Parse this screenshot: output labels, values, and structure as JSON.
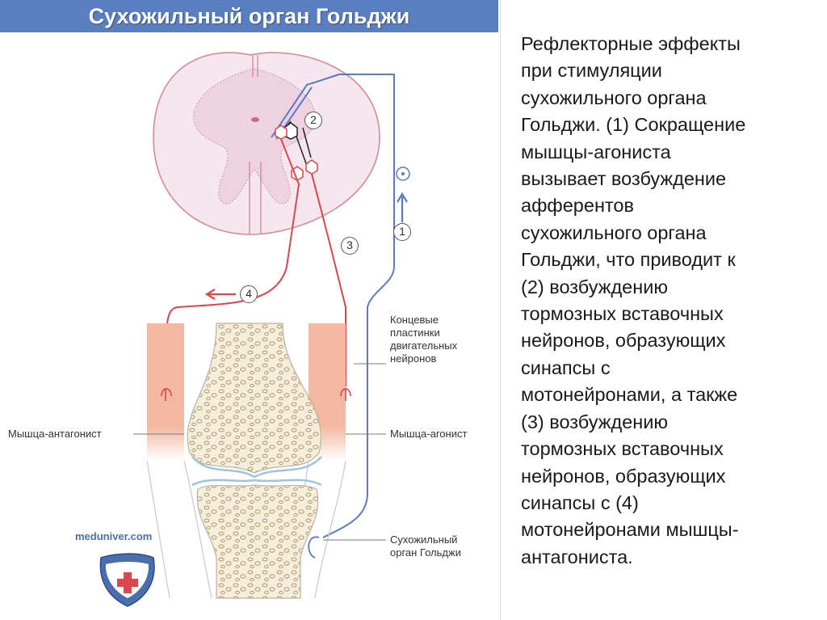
{
  "figure": {
    "title": "Сухожильный орган Гольджи",
    "labels": {
      "end_plates": "Концевые\nпластинки\nдвигательных\nнейронов",
      "antagonist": "Мышца-антагонист",
      "agonist": "Мышца-агонист",
      "tendon_organ": "Сухожильный\nорган Гольджи"
    },
    "markers": [
      "1",
      "2",
      "3",
      "4"
    ],
    "site": "meduniver.com",
    "colors": {
      "title_bar": "#5a7fc0",
      "afferent": "#5b79c4",
      "motor": "#d9484c",
      "cord": "#f6e7ee",
      "muscle": "#f2b8a2",
      "bone": "#f5eedd"
    },
    "icons": {
      "site_logo": "shield-cross-icon",
      "signal_arrow": "arrow-icon"
    }
  },
  "caption": {
    "text": "Рефлекторные эффекты\nпри стимуляции\nсухожильного органа\nГольджи. (1) Сокращение\nмышцы-агониста\nвызывает возбуждение\nафферентов\nсухожильного органа\nГольджи, что приводит к\n(2) возбуждению\nтормозных вставочных\nнейронов, образующих\nсинапсы с\nмотонейронами, а также\n(3) возбуждению\nтормозных вставочных\nнейронов, образующих\nсинапсы с (4)\nмотонейронами мышцы-\nантагониста."
  }
}
